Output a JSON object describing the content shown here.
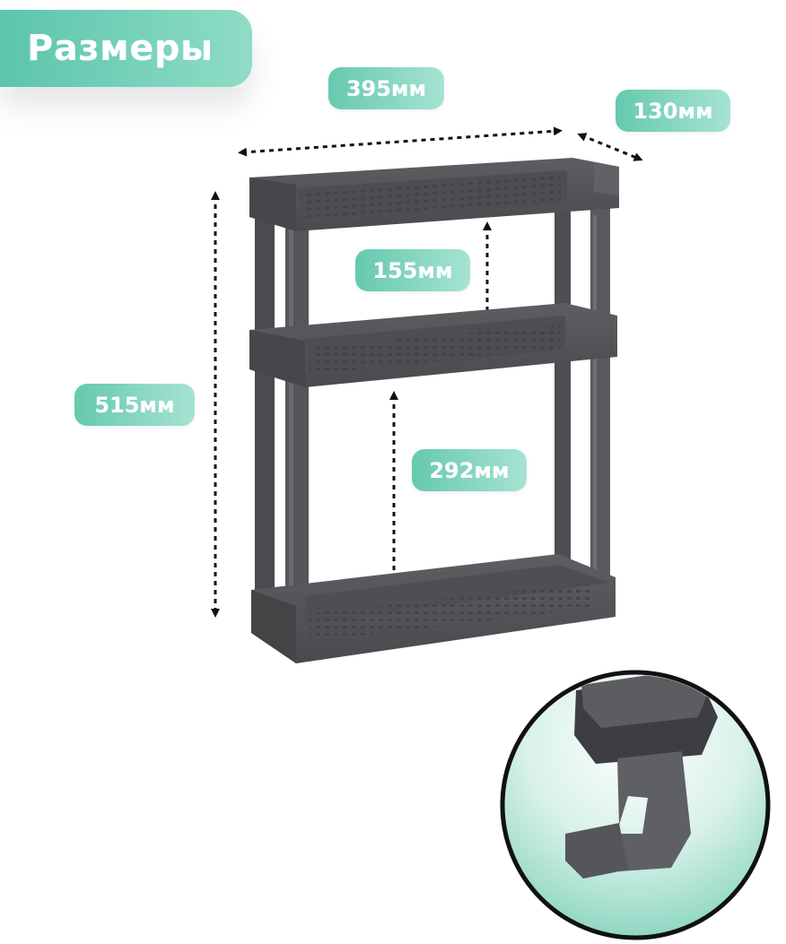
{
  "title": "Размеры",
  "dimensions": {
    "width": "395мм",
    "depth": "130мм",
    "height": "515мм",
    "top_gap": "155мм",
    "bottom_gap": "292мм"
  },
  "colors": {
    "accent": "#5bc5ab",
    "accent_light": "#a6e3d2",
    "product": "#57575a",
    "product_dark": "#3c3c3f",
    "product_light": "#6c6c70"
  },
  "icons": [
    "shelf-product-image",
    "hook-detail-image",
    "dimension-arrows"
  ]
}
